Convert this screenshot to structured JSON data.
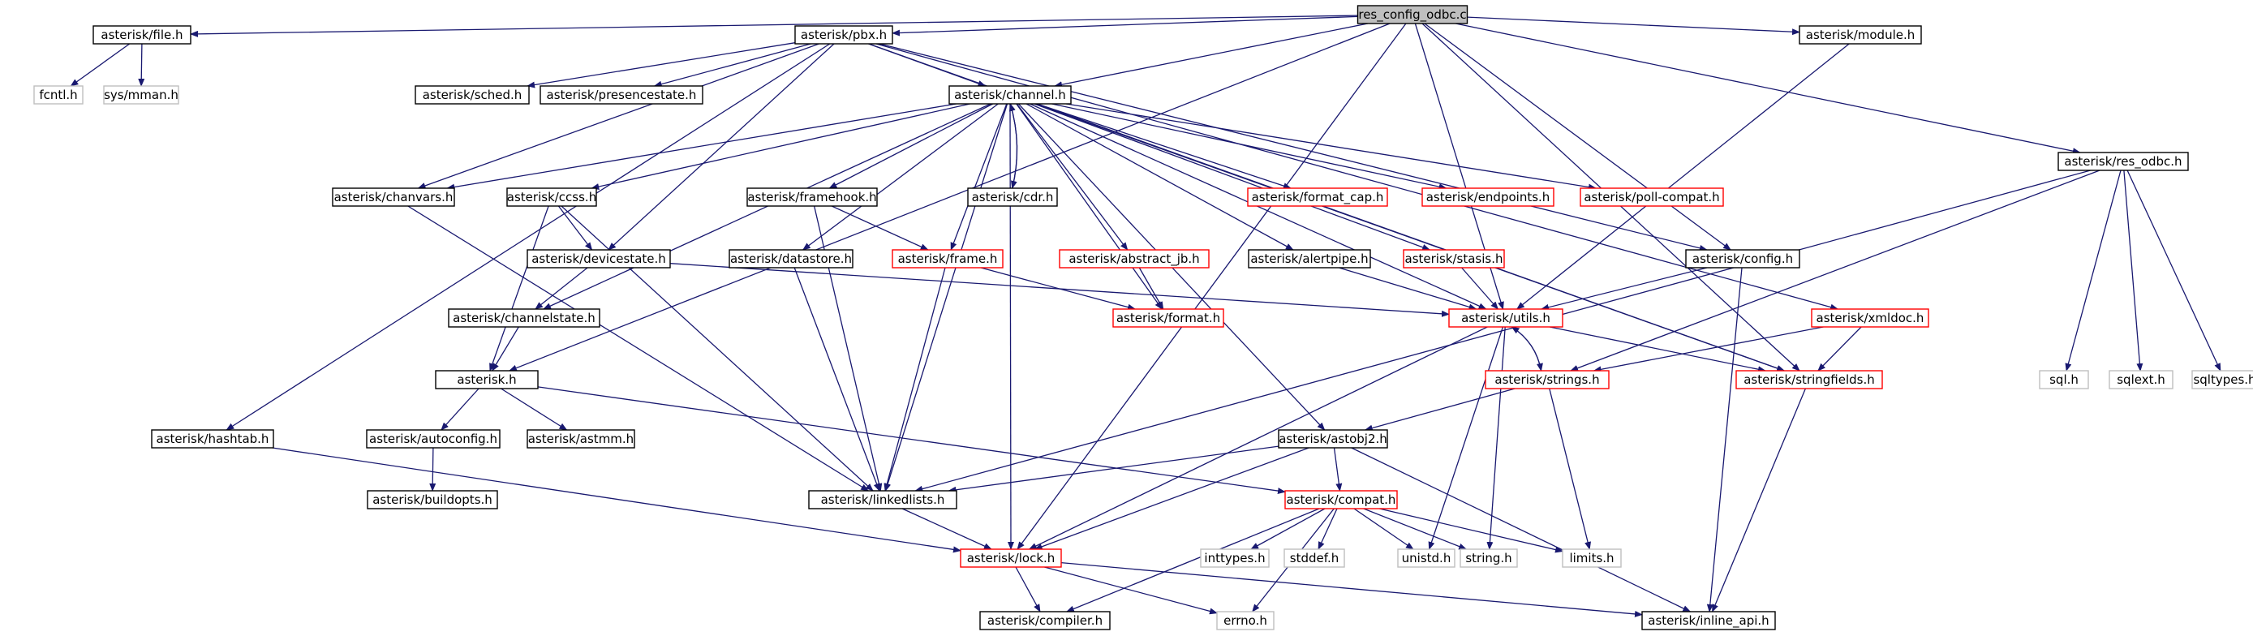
{
  "graph": {
    "colors": {
      "edge": "#191970",
      "root_fill": "#bfbfbf",
      "normal_border": "#000000",
      "incomplete_border": "#ff0000",
      "system_border": "#bfbfbf",
      "system_text": "#7f7f7f",
      "text": "#000000"
    },
    "nodes": [
      {
        "id": "res_config_odbc",
        "label": "res_config_odbc.c",
        "kind": "root"
      },
      {
        "id": "file",
        "label": "asterisk/file.h",
        "kind": "normal"
      },
      {
        "id": "pbx",
        "label": "asterisk/pbx.h",
        "kind": "normal"
      },
      {
        "id": "module",
        "label": "asterisk/module.h",
        "kind": "normal"
      },
      {
        "id": "res_odbc",
        "label": "asterisk/res_odbc.h",
        "kind": "normal"
      },
      {
        "id": "fcntl",
        "label": "fcntl.h",
        "kind": "system"
      },
      {
        "id": "sys_mman",
        "label": "sys/mman.h",
        "kind": "system"
      },
      {
        "id": "sched",
        "label": "asterisk/sched.h",
        "kind": "normal"
      },
      {
        "id": "presencestate",
        "label": "asterisk/presencestate.h",
        "kind": "normal"
      },
      {
        "id": "channel",
        "label": "asterisk/channel.h",
        "kind": "normal"
      },
      {
        "id": "chanvars",
        "label": "asterisk/chanvars.h",
        "kind": "normal"
      },
      {
        "id": "ccss",
        "label": "asterisk/ccss.h",
        "kind": "normal"
      },
      {
        "id": "framehook",
        "label": "asterisk/framehook.h",
        "kind": "normal"
      },
      {
        "id": "cdr",
        "label": "asterisk/cdr.h",
        "kind": "normal"
      },
      {
        "id": "format_cap",
        "label": "asterisk/format_cap.h",
        "kind": "incomplete"
      },
      {
        "id": "endpoints",
        "label": "asterisk/endpoints.h",
        "kind": "incomplete"
      },
      {
        "id": "poll_compat",
        "label": "asterisk/poll-compat.h",
        "kind": "incomplete"
      },
      {
        "id": "devicestate",
        "label": "asterisk/devicestate.h",
        "kind": "normal"
      },
      {
        "id": "datastore",
        "label": "asterisk/datastore.h",
        "kind": "normal"
      },
      {
        "id": "frame",
        "label": "asterisk/frame.h",
        "kind": "incomplete"
      },
      {
        "id": "abstract_jb",
        "label": "asterisk/abstract_jb.h",
        "kind": "incomplete"
      },
      {
        "id": "alertpipe",
        "label": "asterisk/alertpipe.h",
        "kind": "normal"
      },
      {
        "id": "stasis",
        "label": "asterisk/stasis.h",
        "kind": "incomplete"
      },
      {
        "id": "config",
        "label": "asterisk/config.h",
        "kind": "normal"
      },
      {
        "id": "xmldoc",
        "label": "asterisk/xmldoc.h",
        "kind": "incomplete"
      },
      {
        "id": "channelstate",
        "label": "asterisk/channelstate.h",
        "kind": "normal"
      },
      {
        "id": "format",
        "label": "asterisk/format.h",
        "kind": "incomplete"
      },
      {
        "id": "utils",
        "label": "asterisk/utils.h",
        "kind": "incomplete"
      },
      {
        "id": "asterisk",
        "label": "asterisk.h",
        "kind": "normal"
      },
      {
        "id": "strings",
        "label": "asterisk/strings.h",
        "kind": "incomplete"
      },
      {
        "id": "stringfields",
        "label": "asterisk/stringfields.h",
        "kind": "incomplete"
      },
      {
        "id": "sql",
        "label": "sql.h",
        "kind": "system"
      },
      {
        "id": "sqlext",
        "label": "sqlext.h",
        "kind": "system"
      },
      {
        "id": "sqltypes",
        "label": "sqltypes.h",
        "kind": "system"
      },
      {
        "id": "hashtab",
        "label": "asterisk/hashtab.h",
        "kind": "normal"
      },
      {
        "id": "autoconfig",
        "label": "asterisk/autoconfig.h",
        "kind": "normal"
      },
      {
        "id": "astmm",
        "label": "asterisk/astmm.h",
        "kind": "normal"
      },
      {
        "id": "astobj2",
        "label": "asterisk/astobj2.h",
        "kind": "normal"
      },
      {
        "id": "buildopts",
        "label": "asterisk/buildopts.h",
        "kind": "normal"
      },
      {
        "id": "linkedlists",
        "label": "asterisk/linkedlists.h",
        "kind": "normal"
      },
      {
        "id": "compat",
        "label": "asterisk/compat.h",
        "kind": "incomplete"
      },
      {
        "id": "inttypes",
        "label": "inttypes.h",
        "kind": "system"
      },
      {
        "id": "stddef",
        "label": "stddef.h",
        "kind": "system"
      },
      {
        "id": "unistd",
        "label": "unistd.h",
        "kind": "system"
      },
      {
        "id": "string",
        "label": "string.h",
        "kind": "system"
      },
      {
        "id": "limits",
        "label": "limits.h",
        "kind": "system"
      },
      {
        "id": "lock",
        "label": "asterisk/lock.h",
        "kind": "incomplete"
      },
      {
        "id": "compiler",
        "label": "asterisk/compiler.h",
        "kind": "normal"
      },
      {
        "id": "errno",
        "label": "errno.h",
        "kind": "system"
      },
      {
        "id": "inline_api",
        "label": "asterisk/inline_api.h",
        "kind": "normal"
      }
    ],
    "edges": [
      [
        "res_config_odbc",
        "file"
      ],
      [
        "res_config_odbc",
        "pbx"
      ],
      [
        "res_config_odbc",
        "module"
      ],
      [
        "res_config_odbc",
        "res_odbc"
      ],
      [
        "res_config_odbc",
        "channel"
      ],
      [
        "res_config_odbc",
        "config"
      ],
      [
        "res_config_odbc",
        "utils"
      ],
      [
        "res_config_odbc",
        "stringfields"
      ],
      [
        "res_config_odbc",
        "asterisk"
      ],
      [
        "res_config_odbc",
        "lock"
      ],
      [
        "file",
        "fcntl"
      ],
      [
        "file",
        "sys_mman"
      ],
      [
        "pbx",
        "sched"
      ],
      [
        "pbx",
        "presencestate"
      ],
      [
        "pbx",
        "channel"
      ],
      [
        "pbx",
        "chanvars"
      ],
      [
        "pbx",
        "devicestate"
      ],
      [
        "pbx",
        "hashtab"
      ],
      [
        "pbx",
        "xmldoc"
      ],
      [
        "pbx",
        "stringfields"
      ],
      [
        "pbx",
        "config"
      ],
      [
        "module",
        "utils"
      ],
      [
        "res_odbc",
        "sql"
      ],
      [
        "res_odbc",
        "sqlext"
      ],
      [
        "res_odbc",
        "sqltypes"
      ],
      [
        "res_odbc",
        "linkedlists"
      ],
      [
        "res_odbc",
        "strings"
      ],
      [
        "channel",
        "chanvars"
      ],
      [
        "channel",
        "ccss"
      ],
      [
        "channel",
        "framehook"
      ],
      [
        "channel",
        "cdr"
      ],
      [
        "channel",
        "format_cap"
      ],
      [
        "channel",
        "endpoints"
      ],
      [
        "channel",
        "poll_compat"
      ],
      [
        "channel",
        "datastore"
      ],
      [
        "channel",
        "frame"
      ],
      [
        "channel",
        "abstract_jb"
      ],
      [
        "channel",
        "alertpipe"
      ],
      [
        "channel",
        "stasis"
      ],
      [
        "channel",
        "utils"
      ],
      [
        "channel",
        "channelstate"
      ],
      [
        "channel",
        "linkedlists"
      ],
      [
        "channel",
        "lock"
      ],
      [
        "channel",
        "astobj2"
      ],
      [
        "channel",
        "stringfields"
      ],
      [
        "channel",
        "format"
      ],
      [
        "cdr",
        "channel"
      ],
      [
        "chanvars",
        "linkedlists"
      ],
      [
        "ccss",
        "devicestate"
      ],
      [
        "ccss",
        "asterisk"
      ],
      [
        "ccss",
        "linkedlists"
      ],
      [
        "framehook",
        "frame"
      ],
      [
        "framehook",
        "linkedlists"
      ],
      [
        "devicestate",
        "channelstate"
      ],
      [
        "devicestate",
        "utils"
      ],
      [
        "datastore",
        "linkedlists"
      ],
      [
        "frame",
        "format"
      ],
      [
        "frame",
        "linkedlists"
      ],
      [
        "abstract_jb",
        "format"
      ],
      [
        "alertpipe",
        "utils"
      ],
      [
        "stasis",
        "utils"
      ],
      [
        "config",
        "utils"
      ],
      [
        "config",
        "inline_api"
      ],
      [
        "xmldoc",
        "strings"
      ],
      [
        "xmldoc",
        "stringfields"
      ],
      [
        "channelstate",
        "asterisk"
      ],
      [
        "utils",
        "strings"
      ],
      [
        "utils",
        "stringfields"
      ],
      [
        "utils",
        "lock"
      ],
      [
        "utils",
        "unistd"
      ],
      [
        "utils",
        "string"
      ],
      [
        "strings",
        "utils"
      ],
      [
        "strings",
        "astobj2"
      ],
      [
        "strings",
        "limits"
      ],
      [
        "stringfields",
        "inline_api"
      ],
      [
        "asterisk",
        "autoconfig"
      ],
      [
        "asterisk",
        "astmm"
      ],
      [
        "asterisk",
        "compat"
      ],
      [
        "autoconfig",
        "buildopts"
      ],
      [
        "hashtab",
        "lock"
      ],
      [
        "astobj2",
        "linkedlists"
      ],
      [
        "astobj2",
        "lock"
      ],
      [
        "astobj2",
        "compat"
      ],
      [
        "astobj2",
        "inline_api"
      ],
      [
        "linkedlists",
        "lock"
      ],
      [
        "compat",
        "compiler"
      ],
      [
        "compat",
        "inttypes"
      ],
      [
        "compat",
        "stddef"
      ],
      [
        "compat",
        "unistd"
      ],
      [
        "compat",
        "string"
      ],
      [
        "compat",
        "limits"
      ],
      [
        "compat",
        "errno"
      ],
      [
        "lock",
        "compiler"
      ],
      [
        "lock",
        "errno"
      ],
      [
        "lock",
        "inline_api"
      ]
    ]
  }
}
